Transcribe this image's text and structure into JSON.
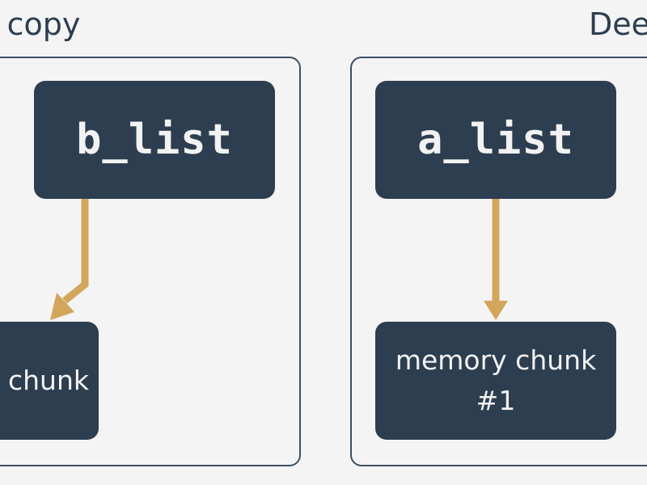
{
  "left_panel": {
    "title": "y copy",
    "variable": "b_list",
    "memory_label": "chunk"
  },
  "right_panel": {
    "title": "Dee",
    "variable": "a_list",
    "memory_label_line1": "memory chunk",
    "memory_label_line2": "#1"
  },
  "colors": {
    "background": "#f4f4f4",
    "node_fill": "#2d3e50",
    "node_text": "#f2f2f2",
    "panel_border": "#3c4f63",
    "arrow": "#d3a65b"
  }
}
